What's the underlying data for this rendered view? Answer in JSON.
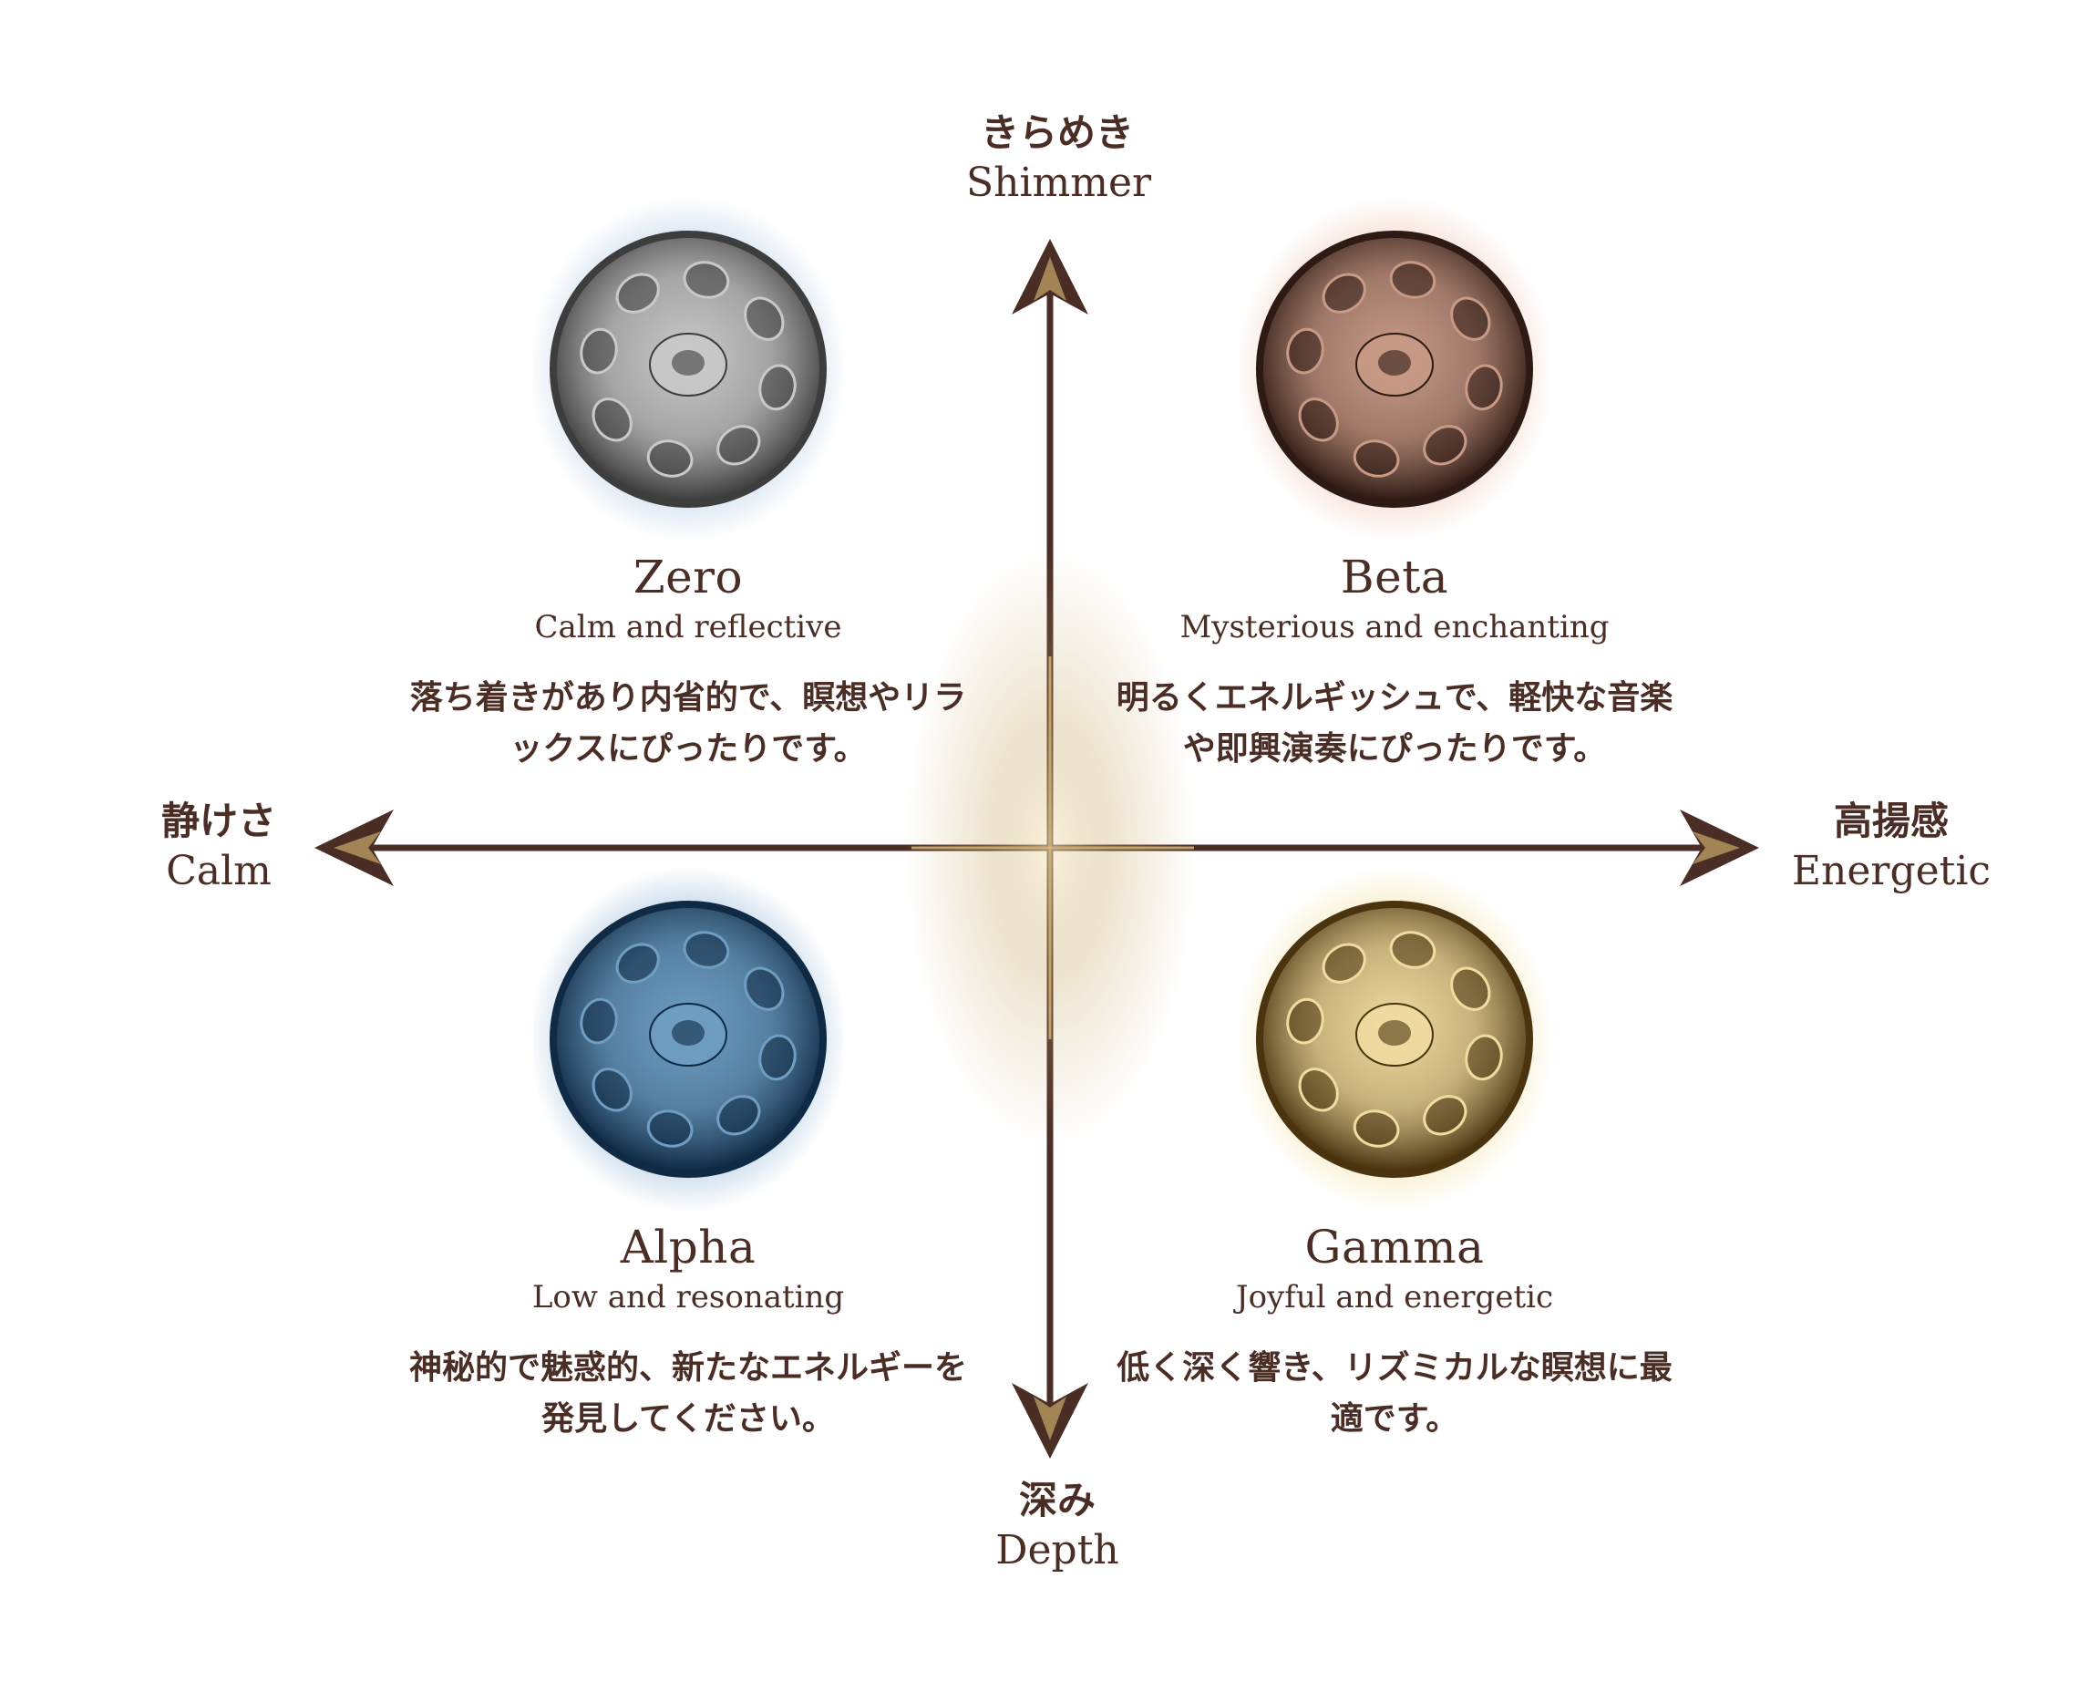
{
  "axes": {
    "top": {
      "jp": "きらめき",
      "en": "Shimmer"
    },
    "bottom": {
      "jp": "深み",
      "en": "Depth"
    },
    "left": {
      "jp": "静けさ",
      "en": "Calm"
    },
    "right": {
      "jp": "高揚感",
      "en": "Energetic"
    },
    "color": "#4a2e26",
    "center_glow": "#c9a96a"
  },
  "quadrants": {
    "zero": {
      "name": "Zero",
      "subtitle": "Calm and reflective",
      "description": "落ち着きがあり内省的で、瞑想やリラックスにぴったりです。",
      "icon": "handpan-silver-icon",
      "wash_color": "#aec7e3",
      "metal_light": "#c9c9c9",
      "metal_dark": "#3d3d3d"
    },
    "beta": {
      "name": "Beta",
      "subtitle": "Mysterious and enchanting",
      "description": "明るくエネルギッシュで、軽快な音楽や即興演奏にぴったりです。",
      "icon": "handpan-bronze-icon",
      "wash_color": "#f0c3b0",
      "metal_light": "#c89a86",
      "metal_dark": "#2e1a14"
    },
    "alpha": {
      "name": "Alpha",
      "subtitle": "Low and resonating",
      "description": "神秘的で魅惑的、新たなエネルギーを発見してください。",
      "icon": "handpan-blue-icon",
      "wash_color": "#8fb3d6",
      "metal_light": "#6f9ec2",
      "metal_dark": "#0f2a44"
    },
    "gamma": {
      "name": "Gamma",
      "subtitle": "Joyful and energetic",
      "description": "低く深く響き、リズミカルな瞑想に最適です。",
      "icon": "handpan-gold-icon",
      "wash_color": "#f3df9e",
      "metal_light": "#f0dca0",
      "metal_dark": "#4a3410"
    }
  }
}
